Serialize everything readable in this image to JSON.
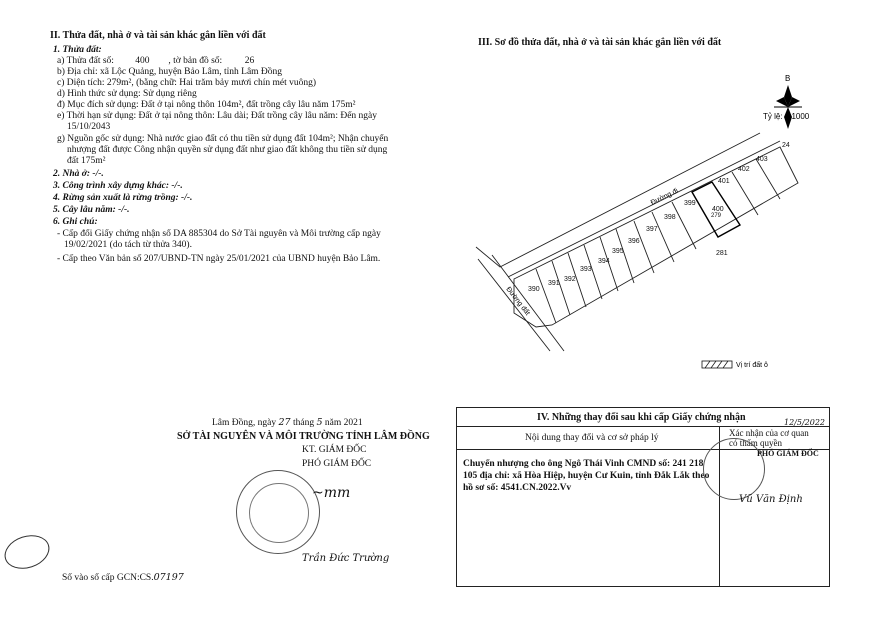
{
  "section2": {
    "title": "II. Thửa đất, nhà ở và tài sản khác gắn liền với đất",
    "land": {
      "heading": "1. Thửa đất:",
      "a_prefix": "a) Thửa đất số:",
      "a_value": "400",
      "a_map_prefix": ", tờ bản đồ số:",
      "a_map_value": "26",
      "b": "b) Địa chỉ: xã Lộc Quảng, huyện Bảo Lâm, tỉnh Lâm Đồng",
      "c": "c) Diện tích: 279m², (bằng chữ: Hai trăm bảy mươi chín mét vuông)",
      "d": "d) Hình thức sử dụng: Sử dụng riêng",
      "dd": "đ) Mục đích sử dụng: Đất ở tại nông thôn 104m², đất trồng cây lâu năm 175m²",
      "e1": "e) Thời hạn sử dụng: Đất ở tại nông thôn: Lâu dài; Đất trồng cây lâu năm: Đến ngày",
      "e2": "15/10/2043",
      "g1": "g) Nguồn gốc sử dụng: Nhà nước giao đất có thu tiền sử dụng đất 104m²; Nhận chuyển",
      "g2": "nhượng đất được Công nhận quyền sử dụng đất như giao đất không thu tiền sử dụng",
      "g3": "đất 175m²"
    },
    "house": "2. Nhà ở: -/-.",
    "works": "3. Công trình xây dựng khác: -/-.",
    "forest": "4. Rừng sản xuất là rừng trồng: -/-.",
    "trees": "5. Cây lâu năm: -/-.",
    "notes_heading": "6. Ghi chú:",
    "note1a": "- Cấp đổi Giấy chứng nhận số DA 885304 do Sở Tài nguyên và Môi trường cấp ngày",
    "note1b": "19/02/2021 (do tách từ thửa 340).",
    "note2": "- Cấp theo Văn bản số 207/UBND-TN ngày 25/01/2021 của UBND huyện Bảo Lâm."
  },
  "section3": {
    "title": "III. Sơ đồ thửa đất, nhà ở và tài sản khác gắn liền với đất",
    "north": "B",
    "scale": "Tỷ lệ: 1:1000",
    "road_label_1": "Đường đi",
    "road_label_2": "Đường đất",
    "parcels": [
      "390",
      "391",
      "392",
      "393",
      "394",
      "395",
      "396",
      "397",
      "398",
      "399",
      "400",
      "401",
      "402",
      "403"
    ],
    "neighbor_24": "24",
    "neighbor_281": "281",
    "area_label": "279",
    "legend": "Vị trí đất ô"
  },
  "signature": {
    "place_date_pre": "Lâm Đồng, ngày",
    "day": "27",
    "month_pre": "tháng",
    "month": "5",
    "year": "năm 2021",
    "org": "SỞ TÀI NGUYÊN VÀ MÔI TRƯỜNG TỈNH LÂM ĐỒNG",
    "kt": "KT. GIÁM ĐỐC",
    "role": "PHÓ GIÁM ĐỐC",
    "signer": "Trần Đức Trường",
    "book_no_label": "Số vào sổ cấp GCN:CS.",
    "book_no_value": "07197"
  },
  "section4": {
    "title": "IV. Những thay đổi sau khi cấp Giấy chứng nhận",
    "col1_header": "Nội dung thay đổi và cơ sở pháp lý",
    "col2_header": "Xác nhận của cơ quan có thẩm quyền",
    "row_text_1": "Chuyển nhượng cho ông Ngô Thái Vinh CMND số: 241 218",
    "row_text_2": "105 địa chỉ: xã Hòa Hiệp, huyện Cư Kuin, tỉnh Đắk Lắk theo",
    "row_text_3": "hồ sơ số: 4541.CN.2022.Vv",
    "confirm_role": "PHÓ GIÁM ĐỐC",
    "confirm_signer": "Vũ Văn Định",
    "corner_note": "12/5/2022"
  }
}
